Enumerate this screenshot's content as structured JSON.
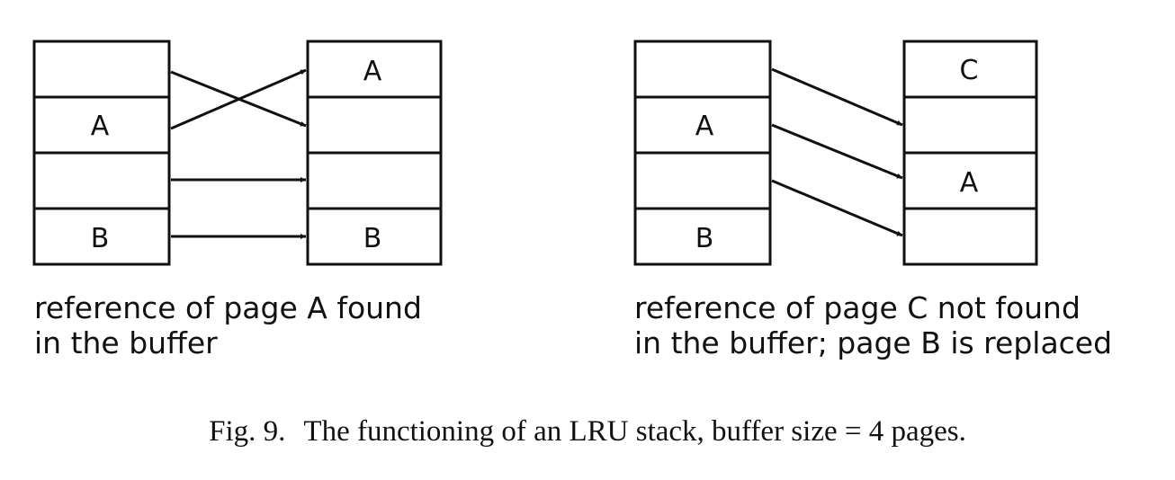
{
  "left_panel": {
    "before": [
      "",
      "A",
      "",
      "B"
    ],
    "after": [
      "A",
      "",
      "",
      "B"
    ],
    "caption_line1": "reference of page A found",
    "caption_line2": "in the buffer"
  },
  "right_panel": {
    "before": [
      "",
      "A",
      "",
      "B"
    ],
    "after": [
      "C",
      "",
      "A",
      ""
    ],
    "caption_line1": "reference of page C not found",
    "caption_line2": "in the buffer; page B is replaced"
  },
  "figure": {
    "label": "Fig. 9.",
    "caption": "The functioning of an LRU stack, buffer size = 4 pages."
  },
  "colors": {
    "ink": "#111111",
    "background": "#ffffff"
  }
}
